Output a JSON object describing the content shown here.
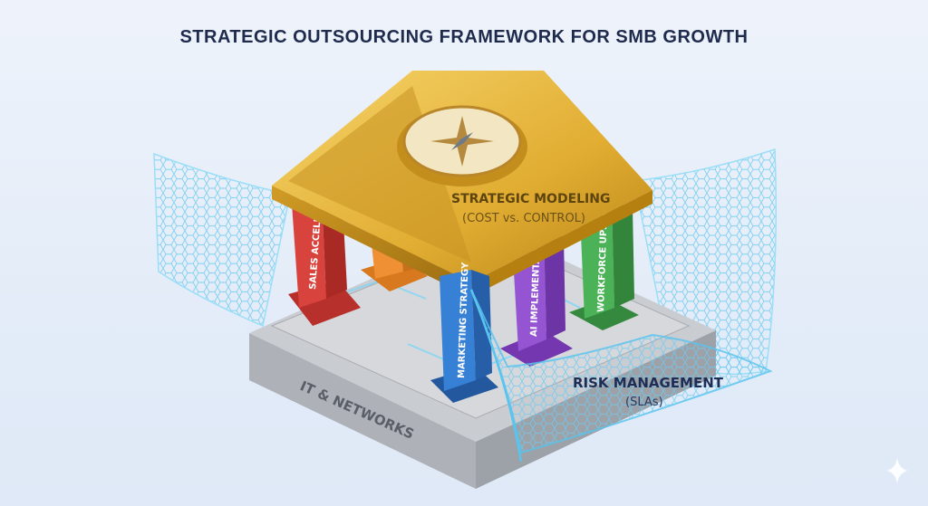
{
  "title": "STRATEGIC OUTSOURCING FRAMEWORK FOR SMB GROWTH",
  "roof": {
    "label": "STRATEGIC MODELING",
    "sublabel": "(COST vs. CONTROL)",
    "icon": "compass-icon",
    "color": "#e3b43a"
  },
  "pillars": [
    {
      "label": "SALES ACCELERATION",
      "color": "#d63b35"
    },
    {
      "label": "",
      "color": "#ea8a2e"
    },
    {
      "label": "MARKETING STRATEGY",
      "color": "#2f74c8"
    },
    {
      "label": "AI IMPLEMENTATION",
      "color": "#8a4bc9"
    },
    {
      "label": "WORKFORCE UPSKILLING",
      "color": "#3fa24a"
    }
  ],
  "base": {
    "label": "IT & NETWORKS",
    "color": "#b9bcc2"
  },
  "net": {
    "label": "RISK MANAGEMENT",
    "sublabel": "(SLAs)",
    "color": "#58c4ef"
  },
  "corner_icon": "sparkle-icon"
}
